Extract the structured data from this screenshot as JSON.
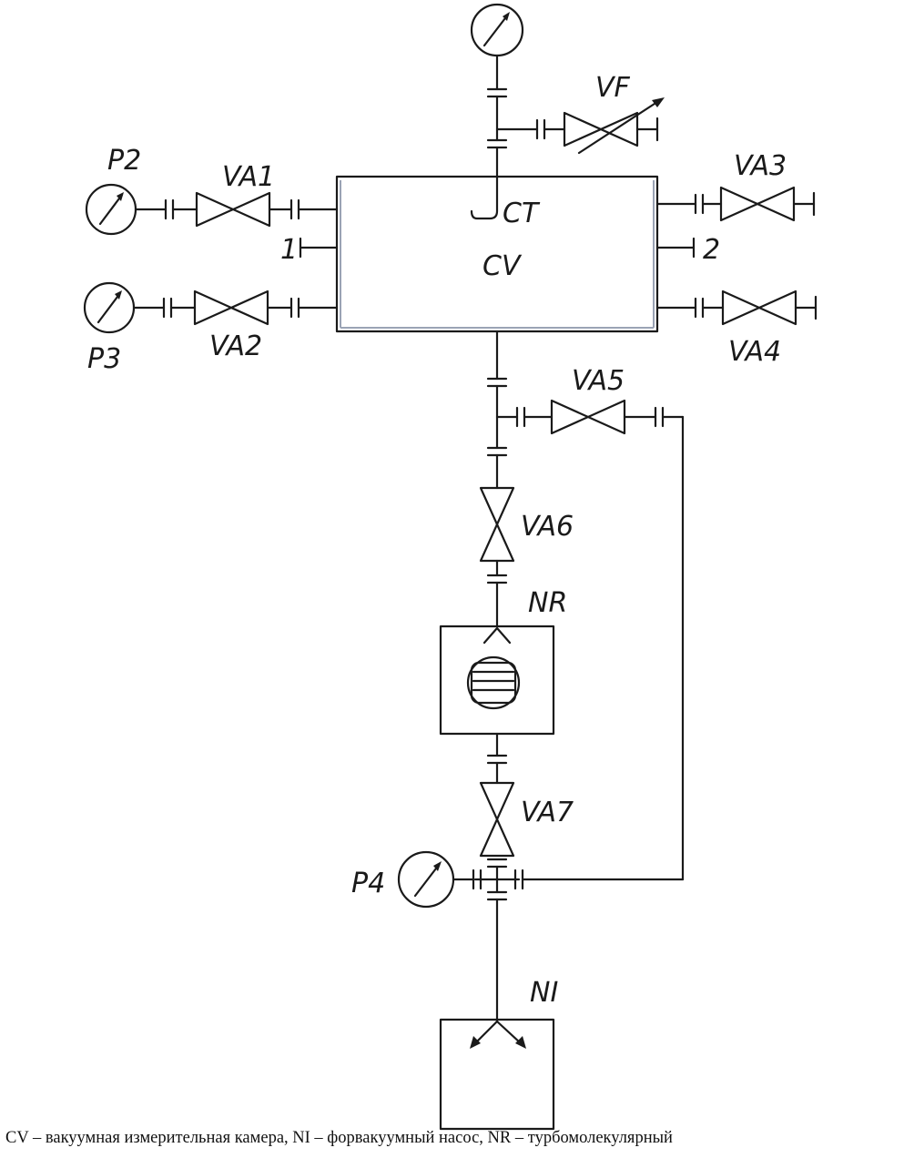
{
  "labels": {
    "vf": "VF",
    "p2": "P2",
    "p3": "P3",
    "p4": "P4",
    "va1": "VA1",
    "va2": "VA2",
    "va3": "VA3",
    "va4": "VA4",
    "va5": "VA5",
    "va6": "VA6",
    "va7": "VA7",
    "ct": "CT",
    "cv": "CV",
    "port1": "1",
    "port2": "2",
    "nr": "NR",
    "ni": "NI"
  },
  "caption": "CV – вакуумная измерительная камера, NI – форвакуумный насос, NR – турбомолекулярный"
}
